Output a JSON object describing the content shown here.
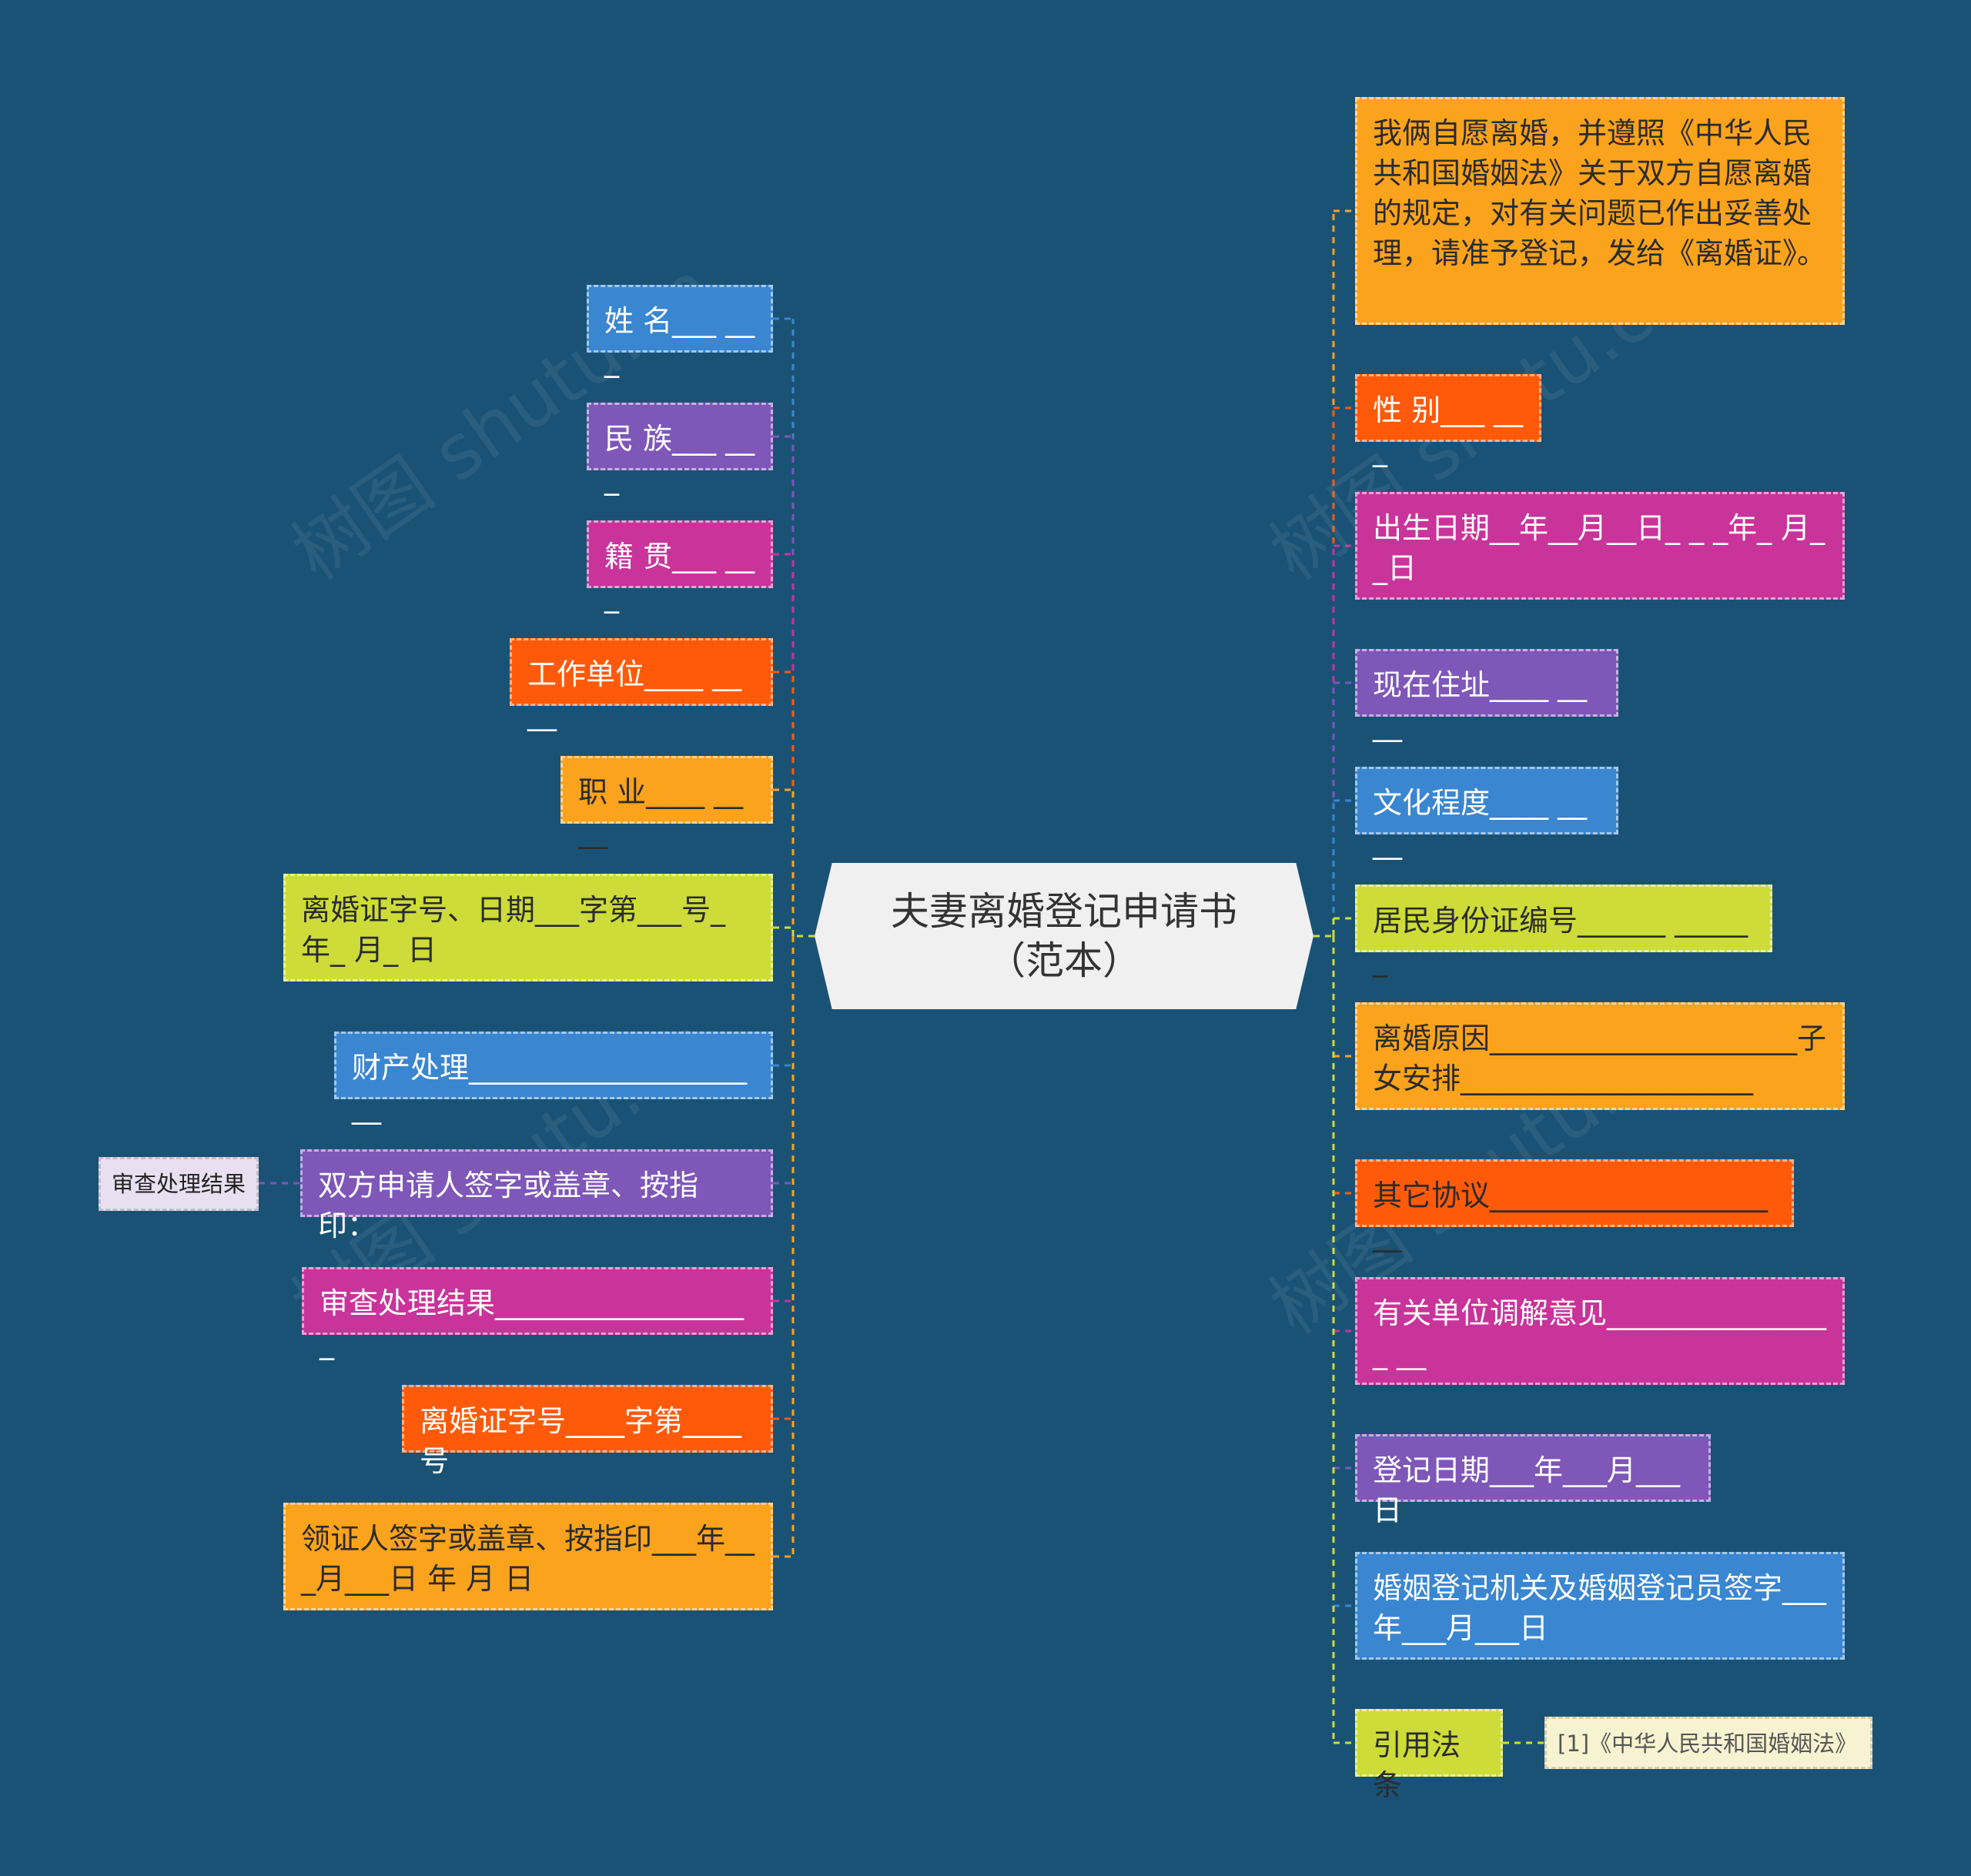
{
  "center": {
    "title": "夫妻离婚登记申请书（范本）"
  },
  "colors": {
    "background": "#1a5276",
    "blue": "#3a86d0",
    "purple": "#7e57b8",
    "magenta": "#c8349a",
    "orange_red": "#ff5a0a",
    "orange": "#fba31c",
    "lime": "#cddc39",
    "center": "#f0f0f0"
  },
  "left_nodes": [
    {
      "id": "L1",
      "text": "姓 名___ ___",
      "color": "#3a86d0"
    },
    {
      "id": "L2",
      "text": "民 族___ ___",
      "color": "#7e57b8"
    },
    {
      "id": "L3",
      "text": "籍 贯___ ___",
      "color": "#c8349a"
    },
    {
      "id": "L4",
      "text": "工作单位____ ____",
      "color": "#ff5a0a"
    },
    {
      "id": "L5",
      "text": "职 业____ ____",
      "color": "#fba31c"
    },
    {
      "id": "L6",
      "text": "离婚证字号、日期___字第___号_ 年_ 月_ 日",
      "color": "#cddc39"
    },
    {
      "id": "L7",
      "text": "财产处理_____________________",
      "color": "#3a86d0"
    },
    {
      "id": "L8",
      "text": "双方申请人签字或盖章、按指印：",
      "color": "#7e57b8"
    },
    {
      "id": "L9",
      "text": "审查处理结果__________________",
      "color": "#c8349a"
    },
    {
      "id": "L10",
      "text": "离婚证字号____字第____号",
      "color": "#ff5a0a"
    },
    {
      "id": "L11",
      "text": "领证人签字或盖章、按指印___年__ _月___日 年 月 日",
      "color": "#fba31c"
    }
  ],
  "left_child": {
    "text": "审查处理结果",
    "color": "#e8e0f0"
  },
  "right_nodes": [
    {
      "id": "R1",
      "text": "我俩自愿离婚，并遵照《中华人民共和国婚姻法》关于双方自愿离婚的规定，对有关问题已作出妥善处理，请准予登记，发给《离婚证》。",
      "color": "#fba31c"
    },
    {
      "id": "R2",
      "text": "性 别___ ___",
      "color": "#ff5a0a"
    },
    {
      "id": "R3",
      "text": "出生日期__年__月__日_ _ _年_ 月_ _日",
      "color": "#c8349a"
    },
    {
      "id": "R4",
      "text": "现在住址____ ____",
      "color": "#7e57b8"
    },
    {
      "id": "R5",
      "text": "文化程度____ ____",
      "color": "#3a86d0"
    },
    {
      "id": "R6",
      "text": "居民身份证编号______ ______",
      "color": "#cddc39"
    },
    {
      "id": "R7",
      "text": "离婚原因_____________________子女安排____________________",
      "color": "#fba31c"
    },
    {
      "id": "R8",
      "text": "其它协议_____________________",
      "color": "#ff5a0a"
    },
    {
      "id": "R9",
      "text": "有关单位调解意见________________ __",
      "color": "#c8349a"
    },
    {
      "id": "R10",
      "text": "登记日期___年___月___日",
      "color": "#7e57b8"
    },
    {
      "id": "R11",
      "text": "婚姻登记机关及婚姻登记员签字___ 年___月___日",
      "color": "#3a86d0"
    },
    {
      "id": "R12",
      "text": "引用法条",
      "color": "#cddc39"
    }
  ],
  "right_child": {
    "text": "[1]《中华人民共和国婚姻法》",
    "color": "#f7f3d0"
  },
  "watermark": "树图 shutu.cn"
}
